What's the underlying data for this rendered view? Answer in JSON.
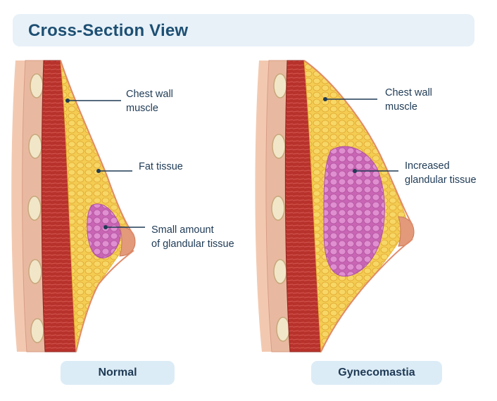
{
  "title": "Cross-Section View",
  "panels": [
    {
      "caption": "Normal",
      "labels": [
        {
          "line1": "Chest wall",
          "line2": "muscle"
        },
        {
          "line1": "Fat tissue",
          "line2": ""
        },
        {
          "line1": "Small amount",
          "line2": "of glandular tissue"
        }
      ]
    },
    {
      "caption": "Gynecomastia",
      "labels": [
        {
          "line1": "Chest wall",
          "line2": "muscle"
        },
        {
          "line1": "Increased",
          "line2": "glandular tissue"
        }
      ]
    }
  ],
  "colors": {
    "title_bg": "#e8f1f8",
    "title_text": "#1d4f73",
    "caption_bg": "#dcecf6",
    "leader_line": "#1e3a55",
    "muscle": "#b8322c",
    "fat": "#f4c94a",
    "gland": "#d77bc4",
    "skin": "#f2c9b0",
    "rib": "#f1e6c8"
  }
}
